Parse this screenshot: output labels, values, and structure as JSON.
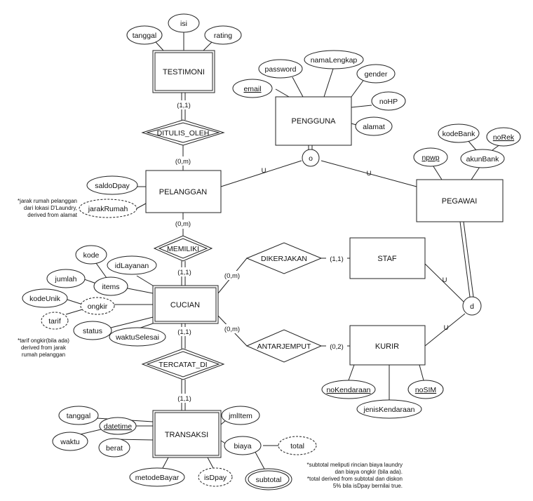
{
  "entities": {
    "testimoni": "TESTIMONI",
    "pengguna": "PENGGUNA",
    "pelanggan": "PELANGGAN",
    "pegawai": "PEGAWAI",
    "staf": "STAF",
    "cucian": "CUCIAN",
    "kurir": "KURIR",
    "transaksi": "TRANSAKSI"
  },
  "relationships": {
    "ditulis_oleh": "DITULIS_OLEH",
    "memiliki": "MEMILIKI",
    "dikerjakan": "DIKERJAKAN",
    "antarjemput": "ANTARJEMPUT",
    "tercatat_di": "TERCATAT_DI"
  },
  "attributes": {
    "t_tanggal": "tanggal",
    "t_isi": "isi",
    "t_rating": "rating",
    "email": "email",
    "password": "password",
    "namaLengkap": "namaLengkap",
    "gender": "gender",
    "noHP": "noHP",
    "alamat": "alamat",
    "saldoDpay": "saldoDpay",
    "jarakRumah": "jarakRumah",
    "kodeBank": "kodeBank",
    "noRek": "noRek",
    "npwp": "npwp",
    "akunBank": "akunBank",
    "kode": "kode",
    "idLayanan": "idLayanan",
    "jumlah": "jumlah",
    "items": "items",
    "kodeUnik": "kodeUnik",
    "ongkir": "ongkir",
    "tarif": "tarif",
    "status": "status",
    "waktuSelesai": "waktuSelesai",
    "noKendaraan": "noKendaraan",
    "noSIM": "noSIM",
    "jenisKendaraan": "jenisKendaraan",
    "tr_tanggal": "tanggal",
    "datetime": "datetime",
    "jmlItem": "jmlItem",
    "waktu": "waktu",
    "berat": "berat",
    "biaya": "biaya",
    "total": "total",
    "metodeBayar": "metodeBayar",
    "isDpay": "isDpay",
    "subtotal": "subtotal"
  },
  "cardinalities": {
    "testimoni_ditulis": "(1,1)",
    "pelanggan_ditulis": "(0,m)",
    "pelanggan_memiliki": "(0,m)",
    "cucian_memiliki": "(1,1)",
    "cucian_dikerjakan": "(0,m)",
    "staf_dikerjakan": "(1,1)",
    "cucian_antarjemput": "(0,m)",
    "kurir_antarjemput": "(0,2)",
    "cucian_tercatat": "(1,1)",
    "transaksi_tercatat": "(1,1)"
  },
  "specialization": {
    "pengguna_symbol": "o",
    "pegawai_symbol": "d",
    "union_mark": "U"
  },
  "notes": {
    "jarak": [
      "*jarak rumah pelanggan",
      "dari lokasi D'Laundry,",
      "derived from alamat"
    ],
    "tarif": [
      "*tarif ongkir(bila ada)",
      "derived from jarak",
      "rumah pelanggan"
    ],
    "total": [
      "*subtotal meliputi rincian biaya laundry",
      "dan biaya ongkir (bila ada).",
      "*total derived from subtotal dan diskon",
      "5% bila isDpay bernilai true."
    ]
  }
}
